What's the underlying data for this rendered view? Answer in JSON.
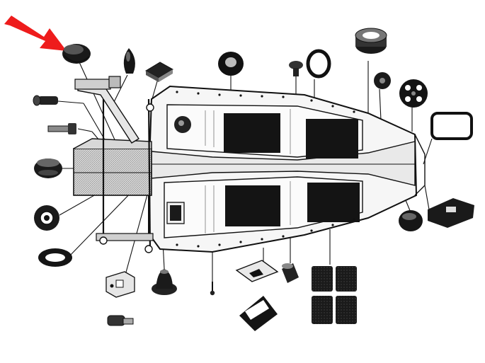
{
  "diagram": {
    "style": "black-and-white exploded parts illustration",
    "colors": {
      "ink": "#111111",
      "paper": "#ffffff",
      "shade": "#c9c9c9",
      "mid": "#8a8a8a",
      "pointer_arrow": "#ee1c1c"
    },
    "pointer": {
      "direction": "down-right",
      "target": "top-left-grommet"
    }
  }
}
